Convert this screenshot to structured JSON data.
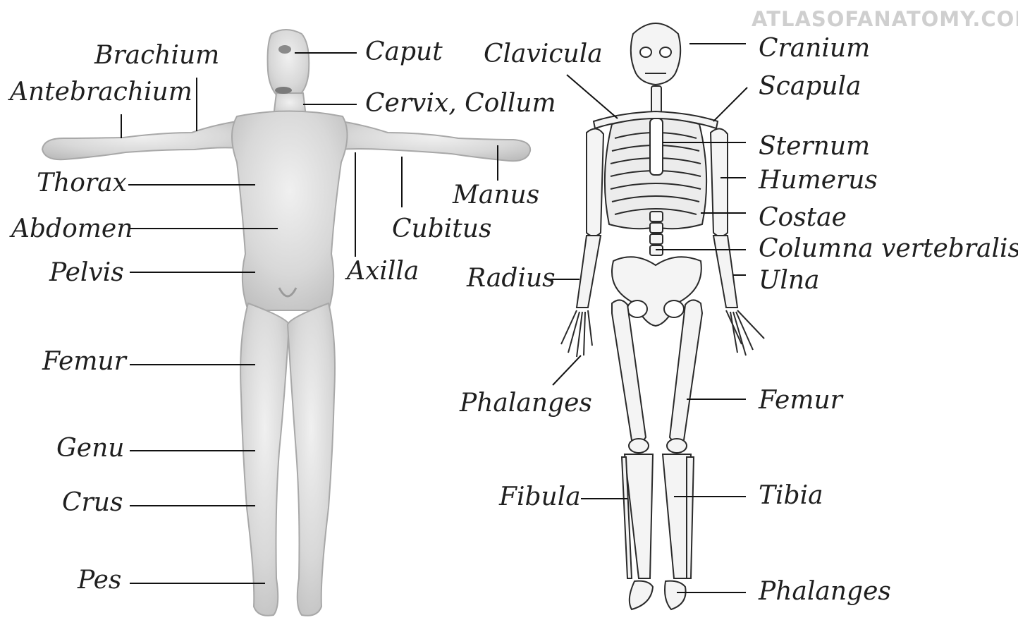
{
  "watermark": "ATLASOFANATOMY.COM",
  "body_figure": {
    "labels": {
      "brachium": "Brachium",
      "antebrachium": "Antebrachium",
      "caput": "Caput",
      "cervix_collum": "Cervix, Collum",
      "thorax": "Thorax",
      "abdomen": "Abdomen",
      "pelvis": "Pelvis",
      "manus": "Manus",
      "cubitus": "Cubitus",
      "axilla": "Axilla",
      "femur": "Femur",
      "genu": "Genu",
      "crus": "Crus",
      "pes": "Pes"
    }
  },
  "skeleton_figure": {
    "labels": {
      "clavicula": "Clavicula",
      "cranium": "Cranium",
      "scapula": "Scapula",
      "sternum": "Sternum",
      "humerus": "Humerus",
      "costae": "Costae",
      "columna_vertebralis": "Columna vertebralis",
      "radius": "Radius",
      "ulna": "Ulna",
      "phalanges_hand": "Phalanges",
      "femur": "Femur",
      "fibula": "Fibula",
      "tibia": "Tibia",
      "phalanges_foot": "Phalanges"
    }
  },
  "colors": {
    "line": "#111111",
    "body": "#d9d9d9",
    "bone": "#f4f4f4",
    "text": "#1f1f1f"
  }
}
